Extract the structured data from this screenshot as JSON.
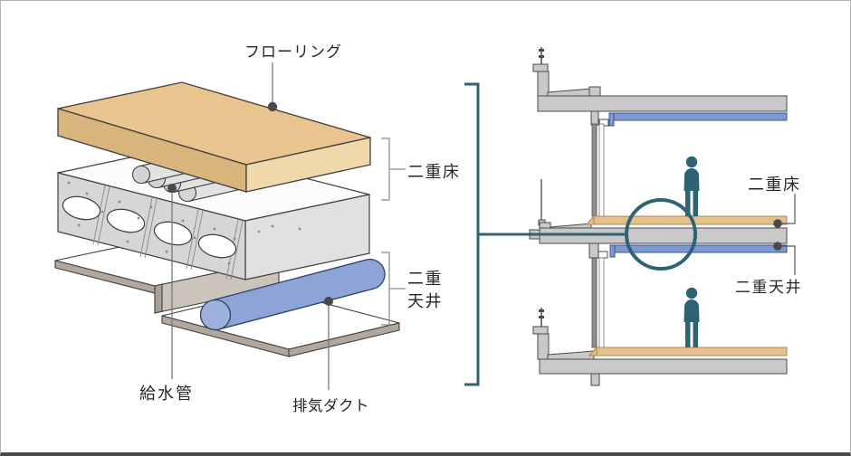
{
  "figure": {
    "type": "architectural-cross-section-diagram",
    "left_diagram": {
      "description": "isometric exploded view of double-floor / double-ceiling construction",
      "labels": {
        "flooring": "フローリング",
        "double_floor": "二重床",
        "double_ceiling": "二重\n天井",
        "water_supply_pipe": "給水管",
        "exhaust_duct": "排気ダクト"
      }
    },
    "right_diagram": {
      "description": "building section with three floor slabs and occupants",
      "labels": {
        "double_floor": "二重床",
        "double_ceiling": "二重天井"
      }
    },
    "colors": {
      "flooring_tan": "#e9c48f",
      "flooring_tan_left": "#d9b47c",
      "flooring_tan_right": "#f1d8ab",
      "duct_blue": "#8da5d6",
      "ceiling_line_blue": "#7e99d2",
      "floor_line_tan": "#e6c08a",
      "concrete_gray": "#c9c9c9",
      "slab_front_gray": "#d6d6d6",
      "ceiling_taupe": "#b2a79a",
      "accent_teal": "#2d6374",
      "callout_dot": "#4a4a4a"
    }
  }
}
